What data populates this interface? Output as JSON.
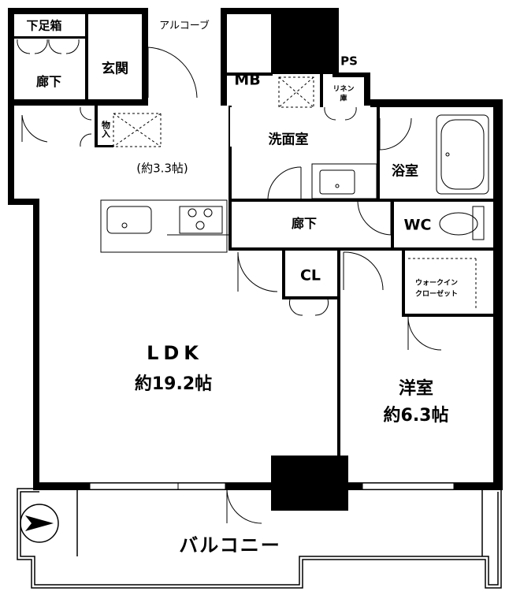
{
  "rooms": {
    "shoe_cabinet": "下足箱",
    "hall_top": "廊下",
    "entrance": "玄関",
    "alcove": "アルコーブ",
    "mb": "MB",
    "ps": "PS",
    "linen_line1": "リネン",
    "linen_line2": "庫",
    "storage": "物入",
    "washroom": "洗面室",
    "bath": "浴室",
    "kitchen_size": "(約3.3帖)",
    "hall_mid": "廊下",
    "wc": "WC",
    "closet": "CL",
    "walkin_line1": "ウォークイン",
    "walkin_line2": "クローゼット",
    "ldk_name": "LDK",
    "ldk_size": "約19.2帖",
    "western_name": "洋室",
    "western_size": "約6.3帖",
    "balcony": "バルコニー"
  },
  "colors": {
    "wall": "#000000",
    "background": "#ffffff"
  },
  "icons": {
    "north_arrow": "north-arrow-icon"
  }
}
